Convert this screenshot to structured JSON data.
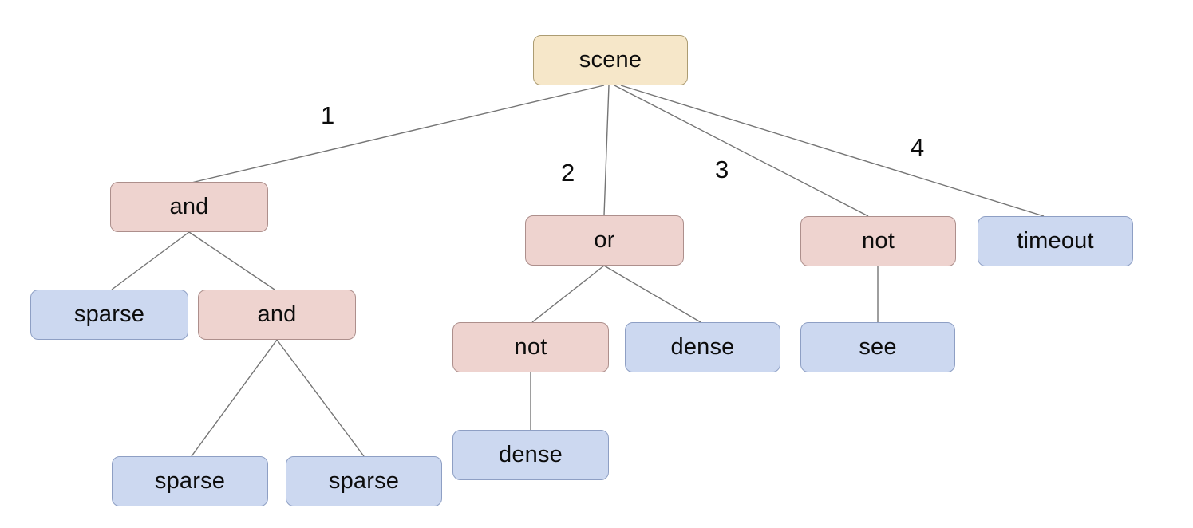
{
  "diagram": {
    "type": "tree",
    "root": "scene",
    "colors": {
      "root_fill": "#f6e7c9",
      "operator_fill": "#eed3cf",
      "leaf_fill": "#ccd8f0",
      "line": "#757575",
      "text": "#0c0c0c"
    },
    "nodes": [
      {
        "id": "scene",
        "label": "scene",
        "kind": "root"
      },
      {
        "id": "and-1",
        "label": "and",
        "kind": "operator"
      },
      {
        "id": "or-1",
        "label": "or",
        "kind": "operator"
      },
      {
        "id": "not-1",
        "label": "not",
        "kind": "operator"
      },
      {
        "id": "timeout",
        "label": "timeout",
        "kind": "leaf"
      },
      {
        "id": "sparse-1",
        "label": "sparse",
        "kind": "leaf"
      },
      {
        "id": "and-2",
        "label": "and",
        "kind": "operator"
      },
      {
        "id": "not-2",
        "label": "not",
        "kind": "operator"
      },
      {
        "id": "dense-1",
        "label": "dense",
        "kind": "leaf"
      },
      {
        "id": "see",
        "label": "see",
        "kind": "leaf"
      },
      {
        "id": "sparse-2",
        "label": "sparse",
        "kind": "leaf"
      },
      {
        "id": "sparse-3",
        "label": "sparse",
        "kind": "leaf"
      },
      {
        "id": "dense-2",
        "label": "dense",
        "kind": "leaf"
      }
    ],
    "edges": [
      {
        "from": "scene",
        "to": "and-1",
        "label": "1"
      },
      {
        "from": "scene",
        "to": "or-1",
        "label": "2"
      },
      {
        "from": "scene",
        "to": "not-1",
        "label": "3"
      },
      {
        "from": "scene",
        "to": "timeout",
        "label": "4"
      },
      {
        "from": "and-1",
        "to": "sparse-1",
        "label": ""
      },
      {
        "from": "and-1",
        "to": "and-2",
        "label": ""
      },
      {
        "from": "and-2",
        "to": "sparse-2",
        "label": ""
      },
      {
        "from": "and-2",
        "to": "sparse-3",
        "label": ""
      },
      {
        "from": "or-1",
        "to": "not-2",
        "label": ""
      },
      {
        "from": "or-1",
        "to": "dense-1",
        "label": ""
      },
      {
        "from": "not-2",
        "to": "dense-2",
        "label": ""
      },
      {
        "from": "not-1",
        "to": "see",
        "label": ""
      }
    ]
  }
}
